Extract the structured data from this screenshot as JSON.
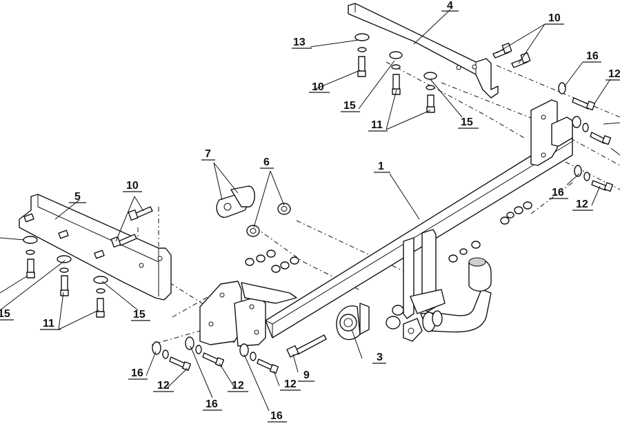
{
  "diagram": {
    "callouts": [
      {
        "id": "c4",
        "text": "4"
      },
      {
        "id": "c10a",
        "text": "10"
      },
      {
        "id": "c13",
        "text": "13"
      },
      {
        "id": "c16a",
        "text": "16"
      },
      {
        "id": "c12a",
        "text": "12"
      },
      {
        "id": "c10b",
        "text": "10"
      },
      {
        "id": "c15a",
        "text": "15"
      },
      {
        "id": "c11a",
        "text": "11"
      },
      {
        "id": "c15b",
        "text": "15"
      },
      {
        "id": "c7",
        "text": "7"
      },
      {
        "id": "c6",
        "text": "6"
      },
      {
        "id": "c1",
        "text": "1"
      },
      {
        "id": "c16b",
        "text": "16"
      },
      {
        "id": "c12b",
        "text": "12"
      },
      {
        "id": "c5",
        "text": "5"
      },
      {
        "id": "c10c",
        "text": "10"
      },
      {
        "id": "c15c",
        "text": "15"
      },
      {
        "id": "c11b",
        "text": "11"
      },
      {
        "id": "c15d",
        "text": "15"
      },
      {
        "id": "c3",
        "text": "3"
      },
      {
        "id": "c9",
        "text": "9"
      },
      {
        "id": "c16c",
        "text": "16"
      },
      {
        "id": "c12c",
        "text": "12"
      },
      {
        "id": "c12d",
        "text": "12"
      },
      {
        "id": "c12e",
        "text": "12"
      },
      {
        "id": "c16d",
        "text": "16"
      },
      {
        "id": "c16e",
        "text": "16"
      }
    ]
  }
}
